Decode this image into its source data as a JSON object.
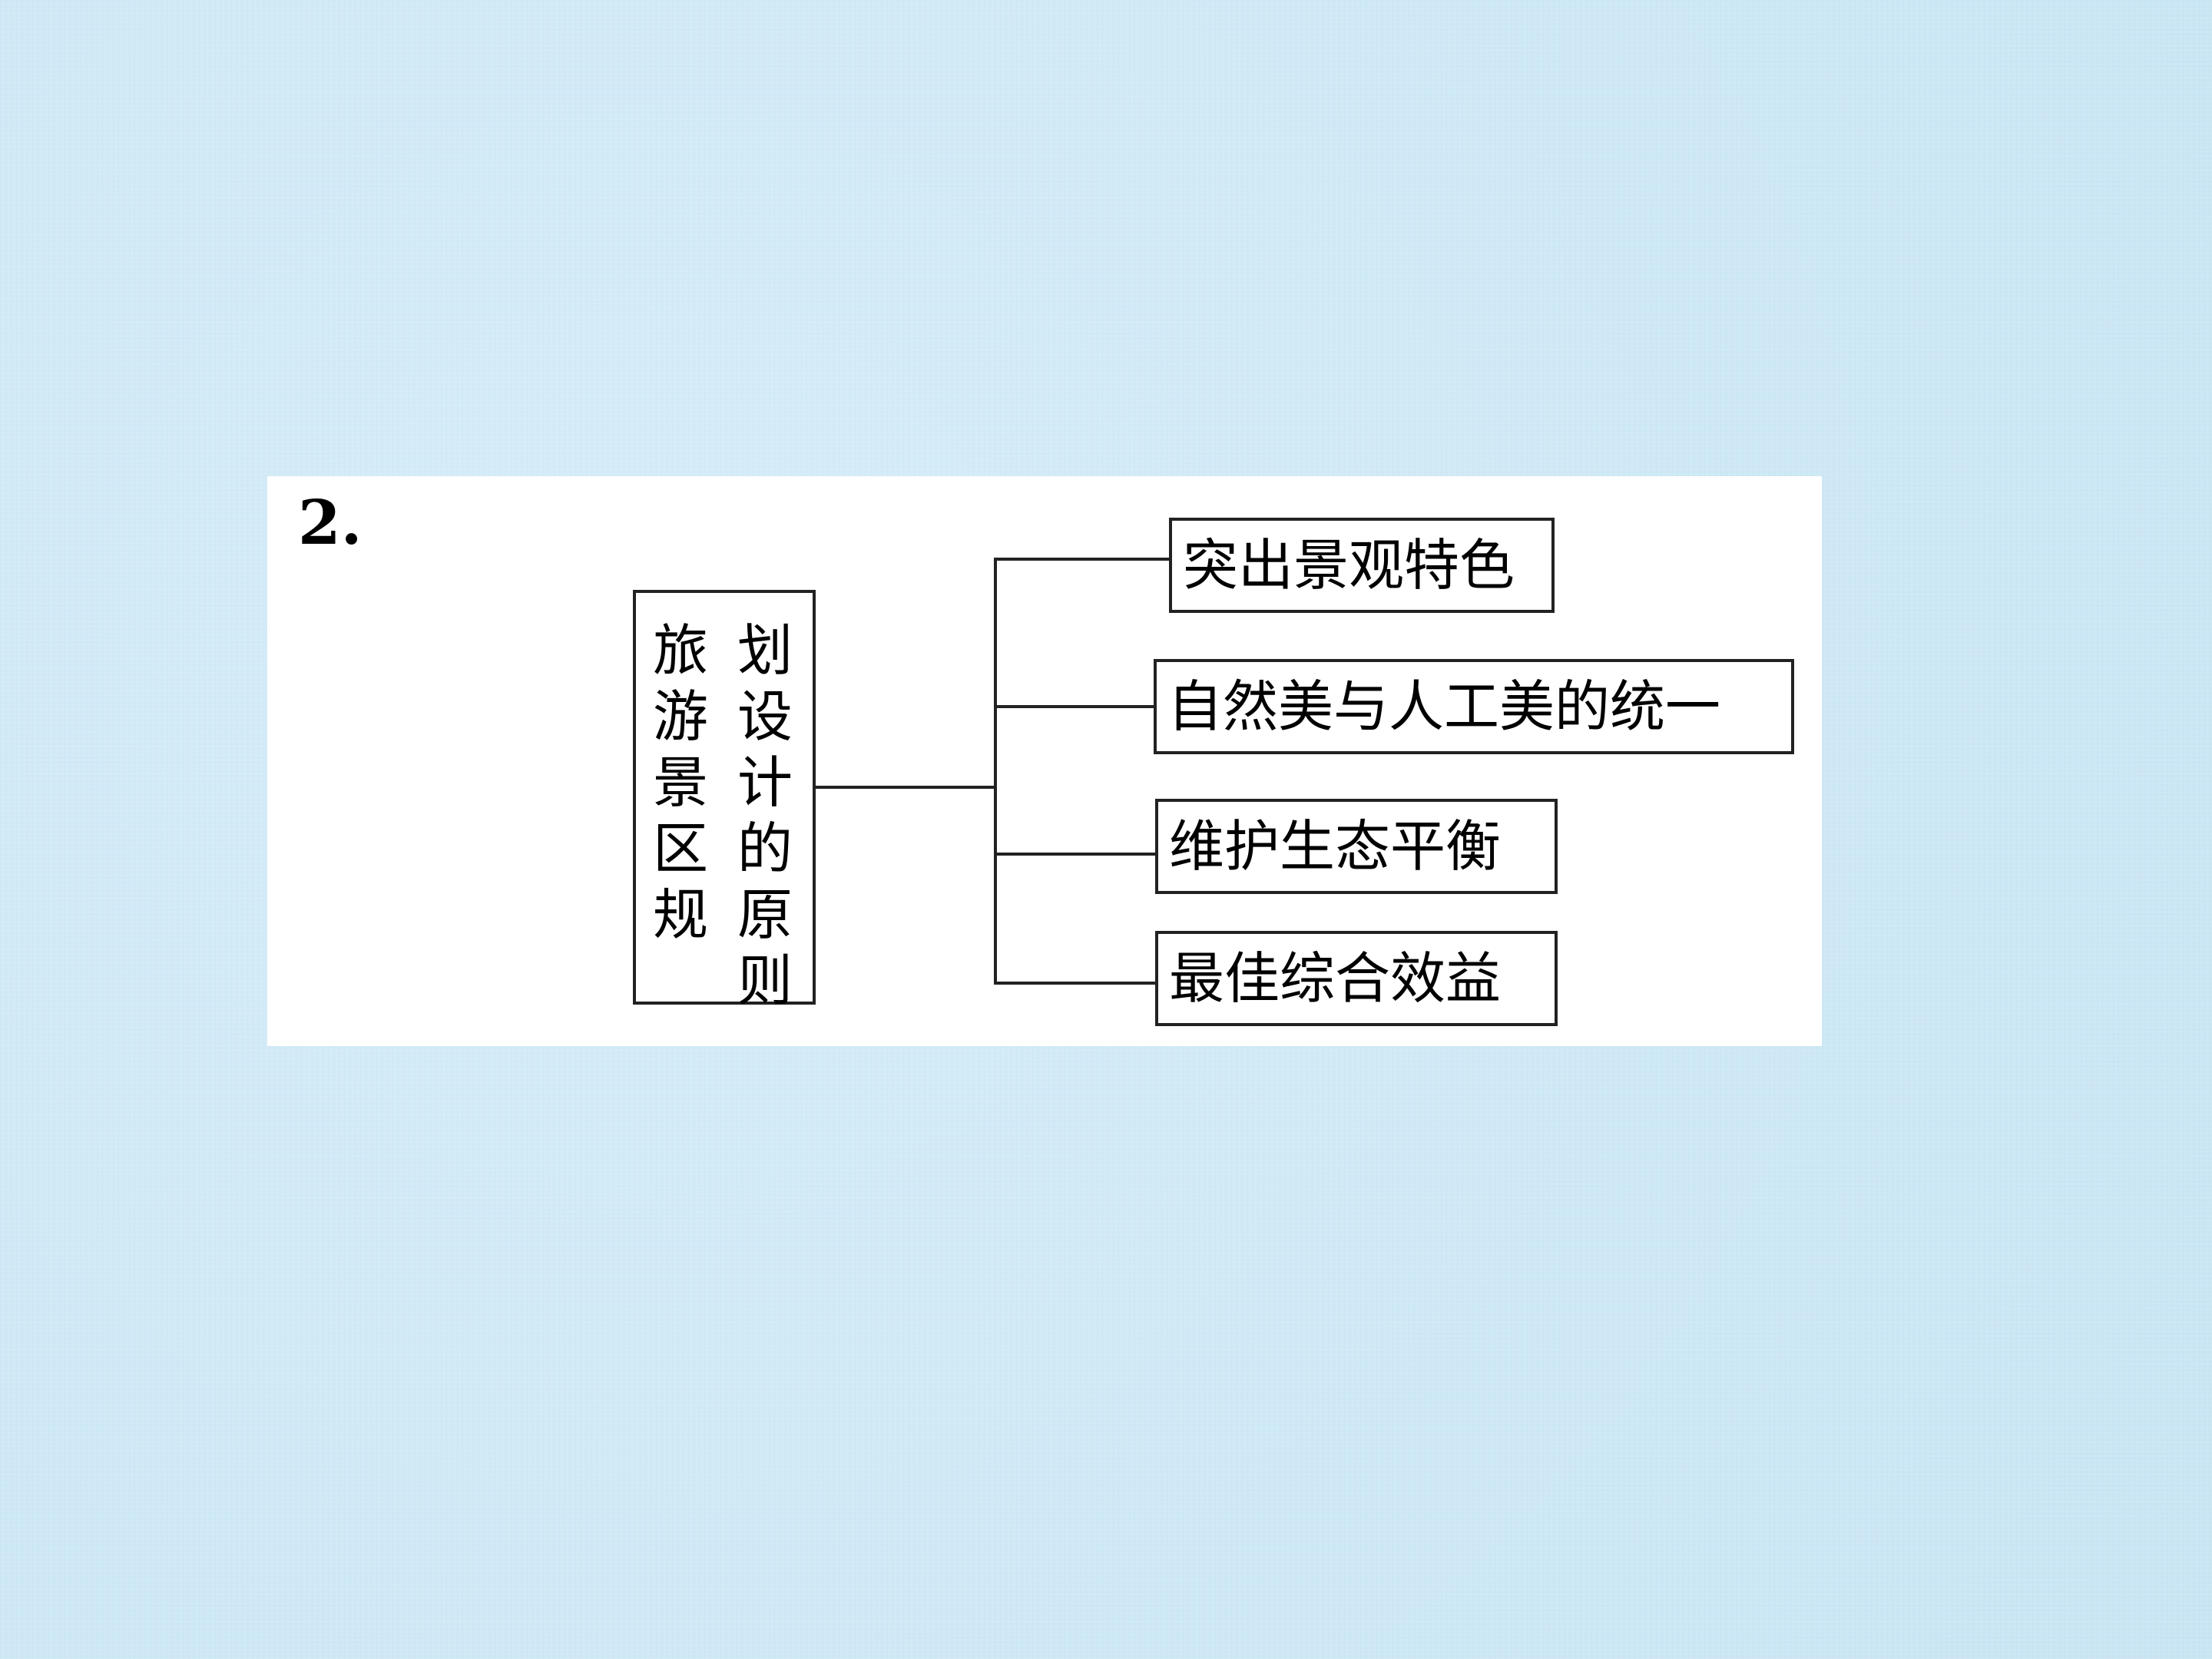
{
  "diagram": {
    "number_label": "2.",
    "root": {
      "line1": "旅游景区规",
      "line2": "划设计的原则"
    },
    "leaves": [
      "突出景观特色",
      "自然美与人工美的统一",
      "维护生态平衡",
      "最佳综合效益"
    ]
  }
}
